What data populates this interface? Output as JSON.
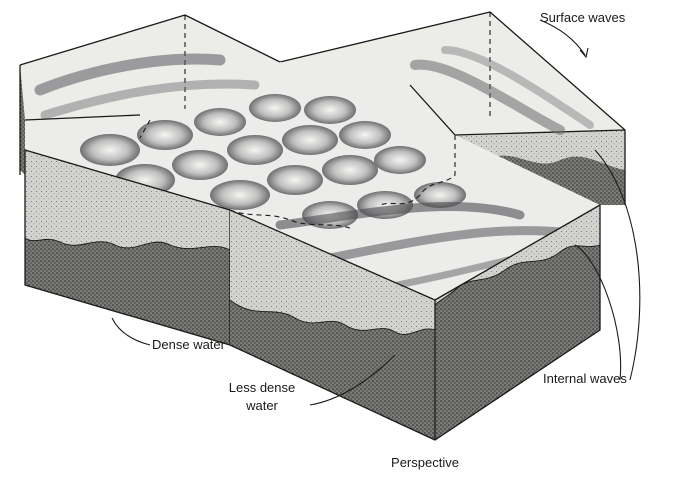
{
  "labels": {
    "surface_waves": "Surface waves",
    "dense_water": "Dense water",
    "less_dense_line1": "Less dense",
    "less_dense_line2": "water",
    "internal_waves": "Internal waves",
    "perspective": "Perspective"
  },
  "colors": {
    "surface": "#ededea",
    "crest_shadow": "#55555a",
    "upper_layer": "#c9c9c6",
    "dense_layer": "#6e6e6b",
    "stipple": "#2b2b2b",
    "outline": "#1a1a1a"
  }
}
